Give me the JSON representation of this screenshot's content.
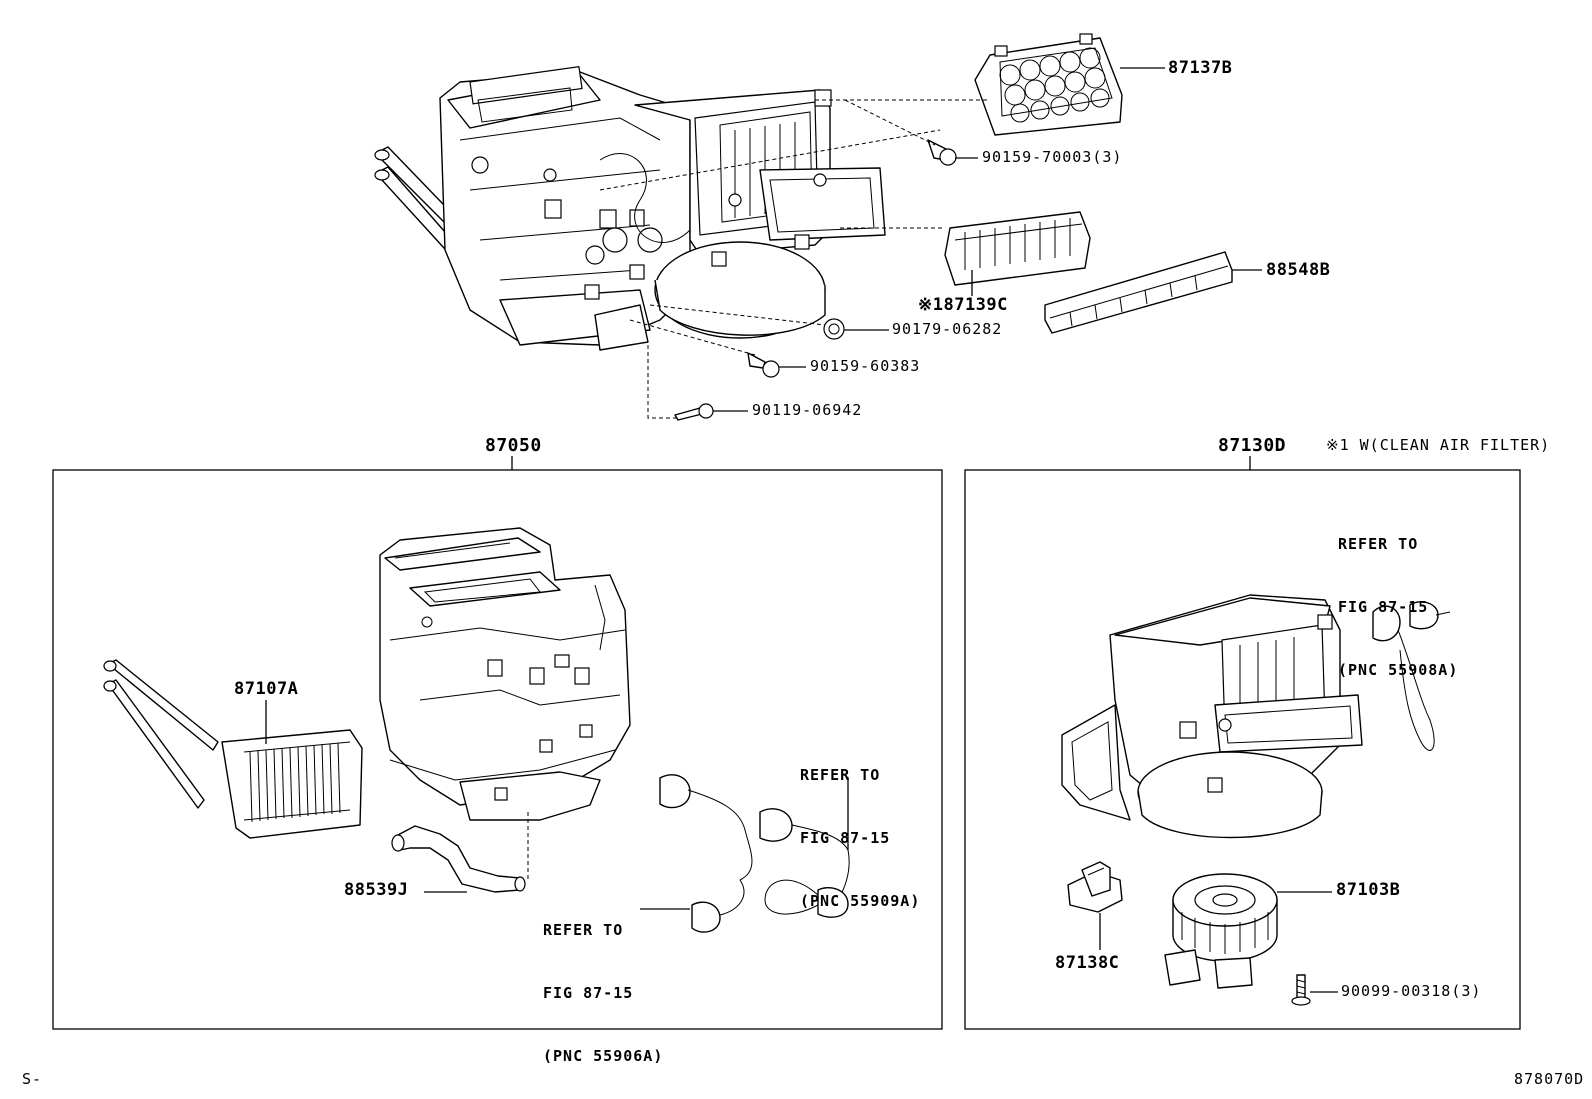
{
  "labels": {
    "p87137B": "87137B",
    "p90159_70003": "90159-70003(3)",
    "p88548B": "88548B",
    "p87139C": "※187139C",
    "p90179_06282": "90179-06282",
    "p90159_60383": "90159-60383",
    "p90119_06942": "90119-06942",
    "p87050": "87050",
    "p87130D": "87130D",
    "note": "※1 W(CLEAN AIR FILTER)",
    "p87107A": "87107A",
    "p88539J": "88539J",
    "p87103B": "87103B",
    "p87138C": "87138C",
    "p90099_00318": "90099-00318(3)",
    "corner_left": "S-",
    "corner_right": "878070D"
  },
  "references": {
    "ref_55909A": [
      "REFER TO",
      "FIG 87-15",
      "(PNC 55909A)"
    ],
    "ref_55906A": [
      "REFER TO",
      "FIG 87-15",
      "(PNC 55906A)"
    ],
    "ref_55908A": [
      "REFER TO",
      "FIG 87-15",
      "(PNC 55908A)"
    ]
  }
}
